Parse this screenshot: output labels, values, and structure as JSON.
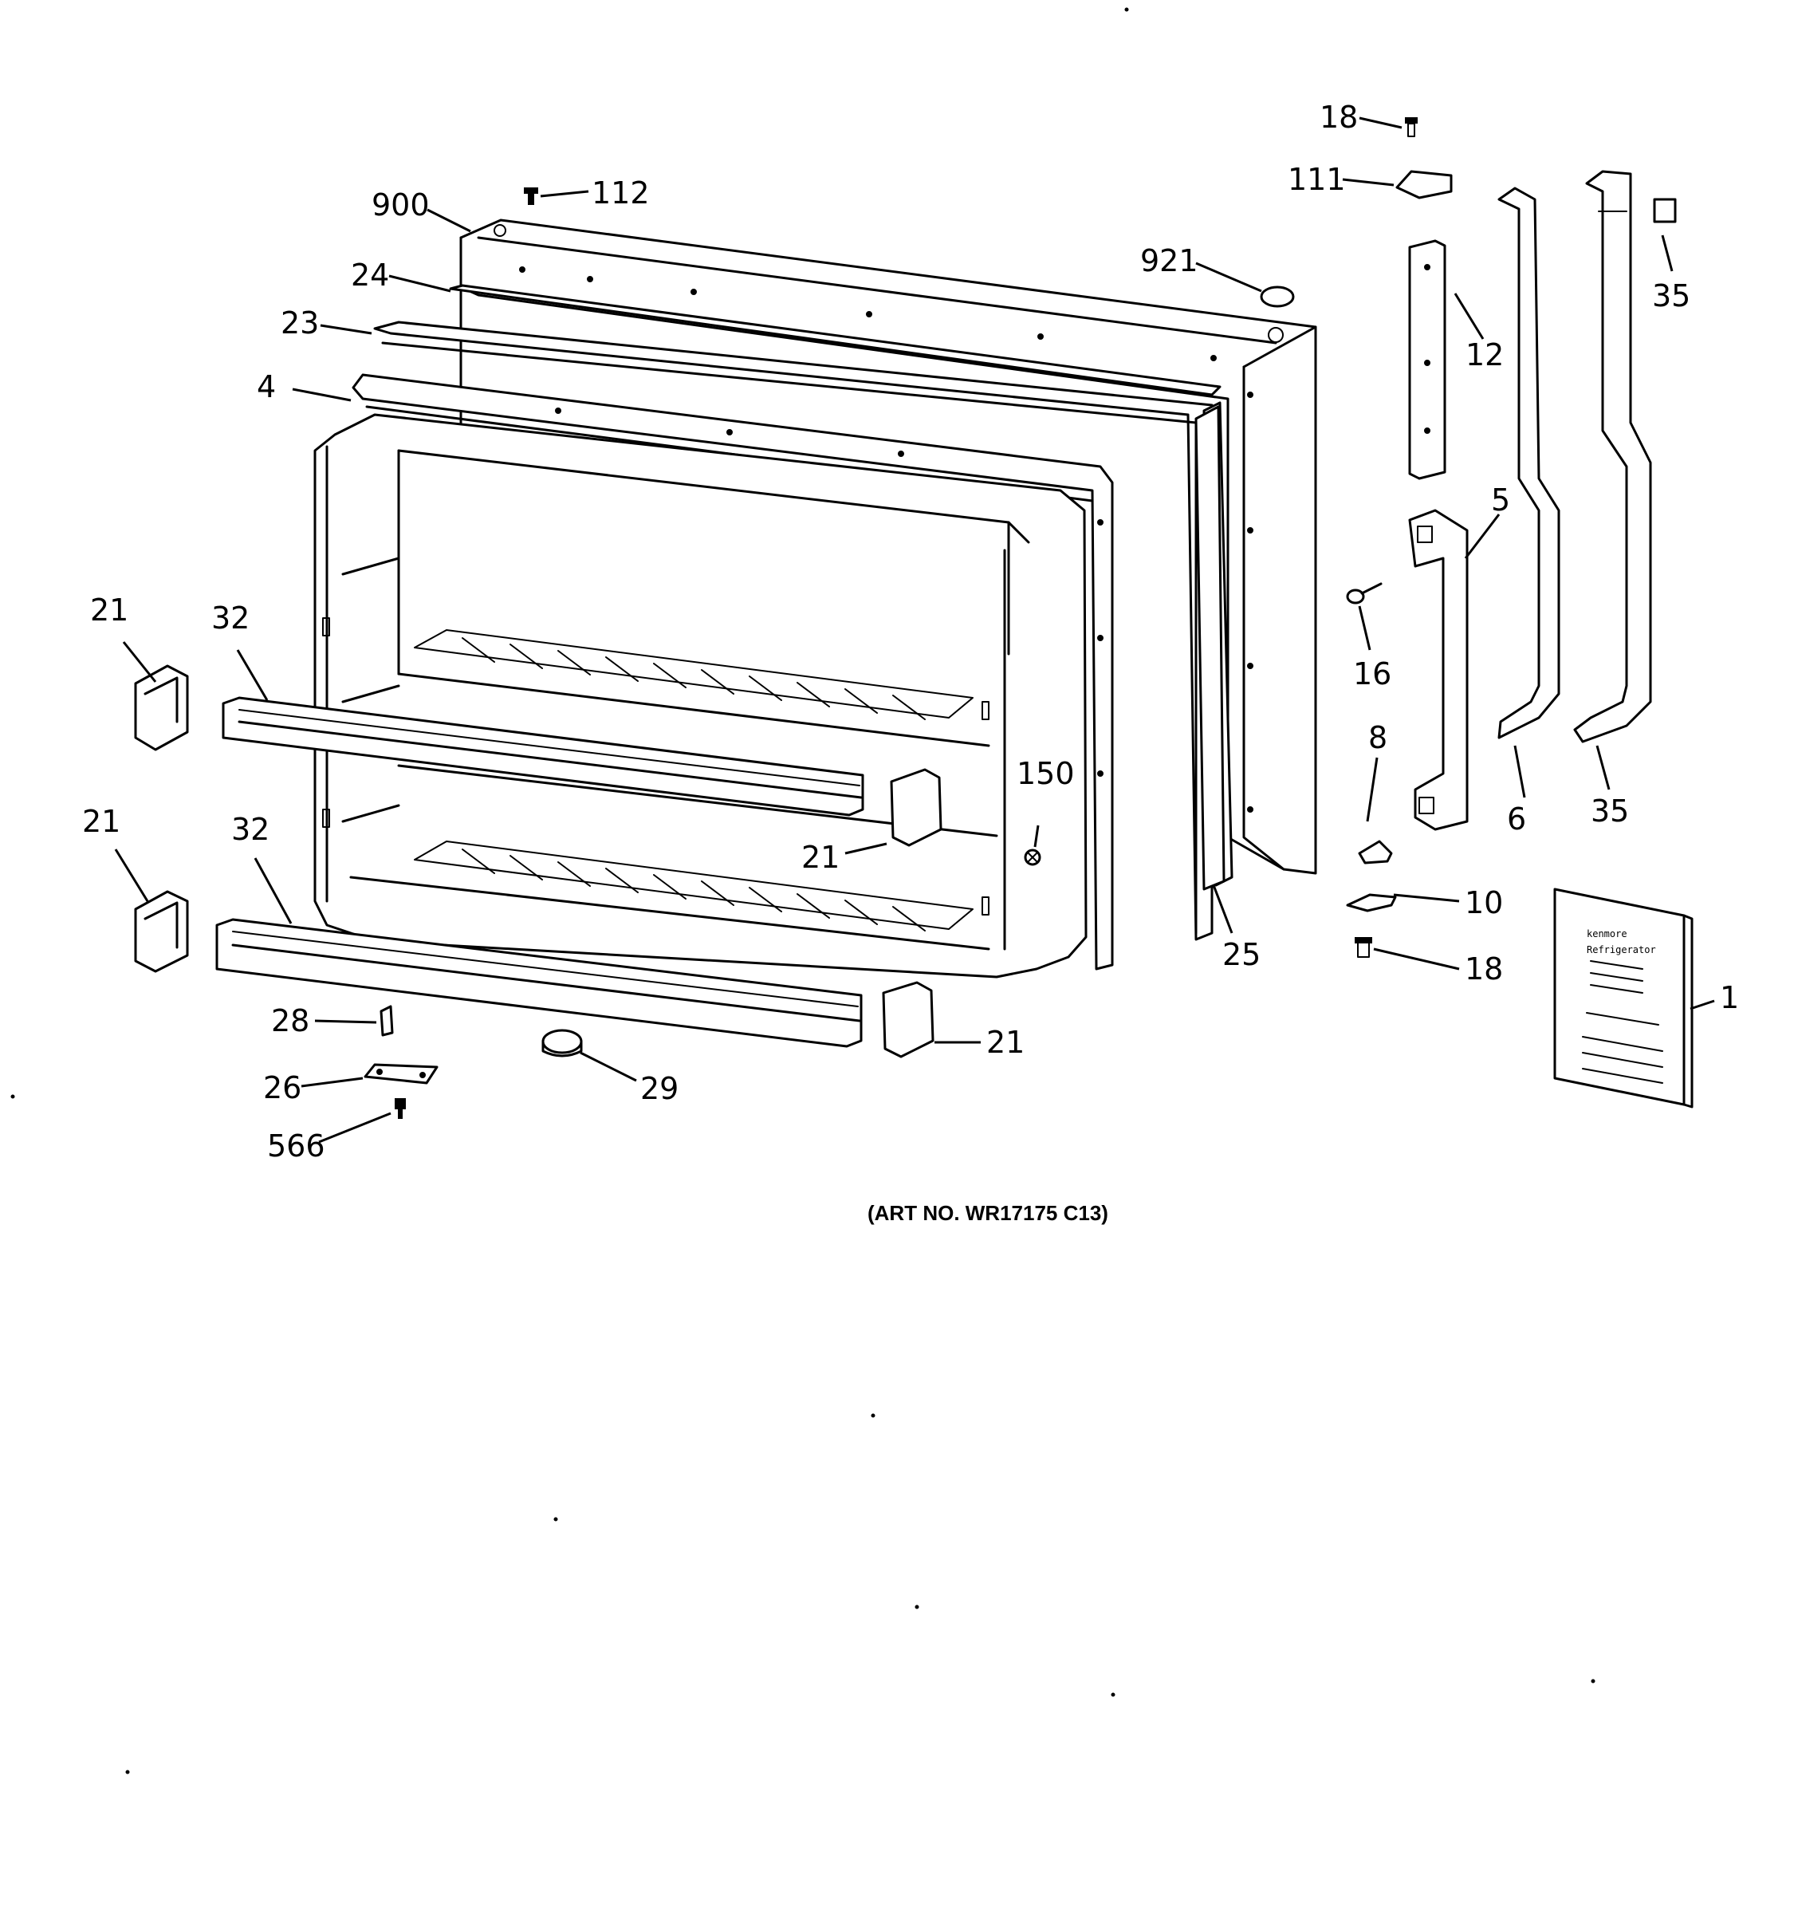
{
  "callouts": {
    "c18_top": "18",
    "c111": "111",
    "c900": "900",
    "c112": "112",
    "c921": "921",
    "c24": "24",
    "c23": "23",
    "c4": "4",
    "c12": "12",
    "c35_top": "35",
    "c5": "5",
    "c16": "16",
    "c8": "8",
    "c6": "6",
    "c35_bottom": "35",
    "c10": "10",
    "c18_bottom": "18",
    "c1": "1",
    "c25": "25",
    "c150": "150",
    "c21_left_upper": "21",
    "c32_upper": "32",
    "c21_left_lower": "21",
    "c32_lower": "32",
    "c21_center_upper": "21",
    "c21_center_lower": "21",
    "c28": "28",
    "c26": "26",
    "c566": "566",
    "c29": "29"
  },
  "manual_cover": {
    "brand": "kenmore",
    "subtitle": "Refrigerator"
  },
  "caption": "(ART NO. WR17175 C13)"
}
